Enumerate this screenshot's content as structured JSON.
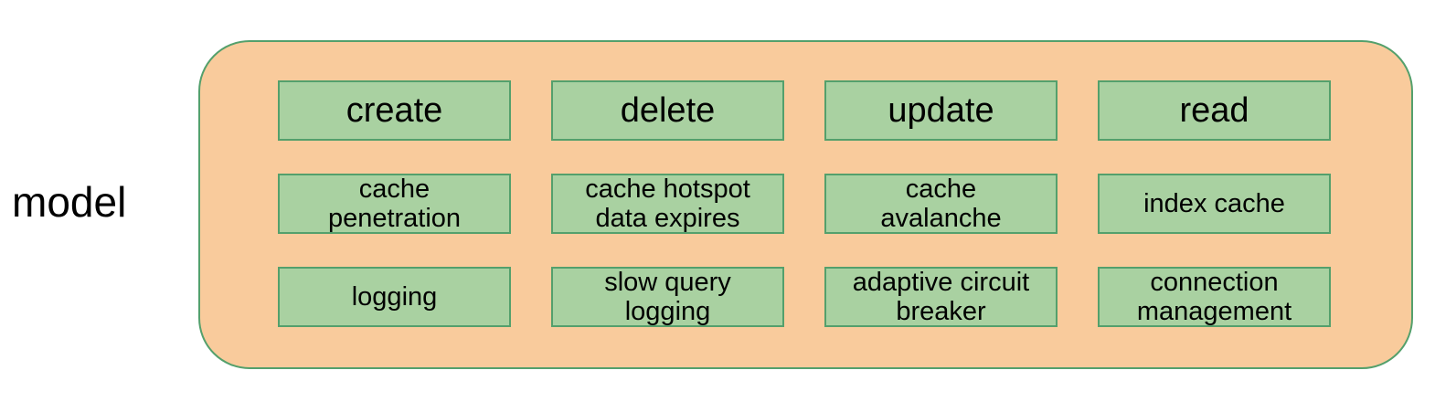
{
  "diagram": {
    "side_label": "model",
    "colors": {
      "background": "#FFFFFF",
      "container_fill": "#F9CB9C",
      "container_border": "#54A06C",
      "node_fill": "#A9D1A1",
      "node_border": "#54A06C",
      "text": "#000000"
    },
    "rows": [
      {
        "cells": [
          {
            "label": "create"
          },
          {
            "label": "delete"
          },
          {
            "label": "update"
          },
          {
            "label": "read"
          }
        ]
      },
      {
        "cells": [
          {
            "label": "cache\npenetration"
          },
          {
            "label": "cache hotspot\ndata expires"
          },
          {
            "label": "cache\navalanche"
          },
          {
            "label": "index cache"
          }
        ]
      },
      {
        "cells": [
          {
            "label": "logging"
          },
          {
            "label": "slow query\nlogging"
          },
          {
            "label": "adaptive circuit\nbreaker"
          },
          {
            "label": "connection\nmanagement"
          }
        ]
      }
    ]
  }
}
